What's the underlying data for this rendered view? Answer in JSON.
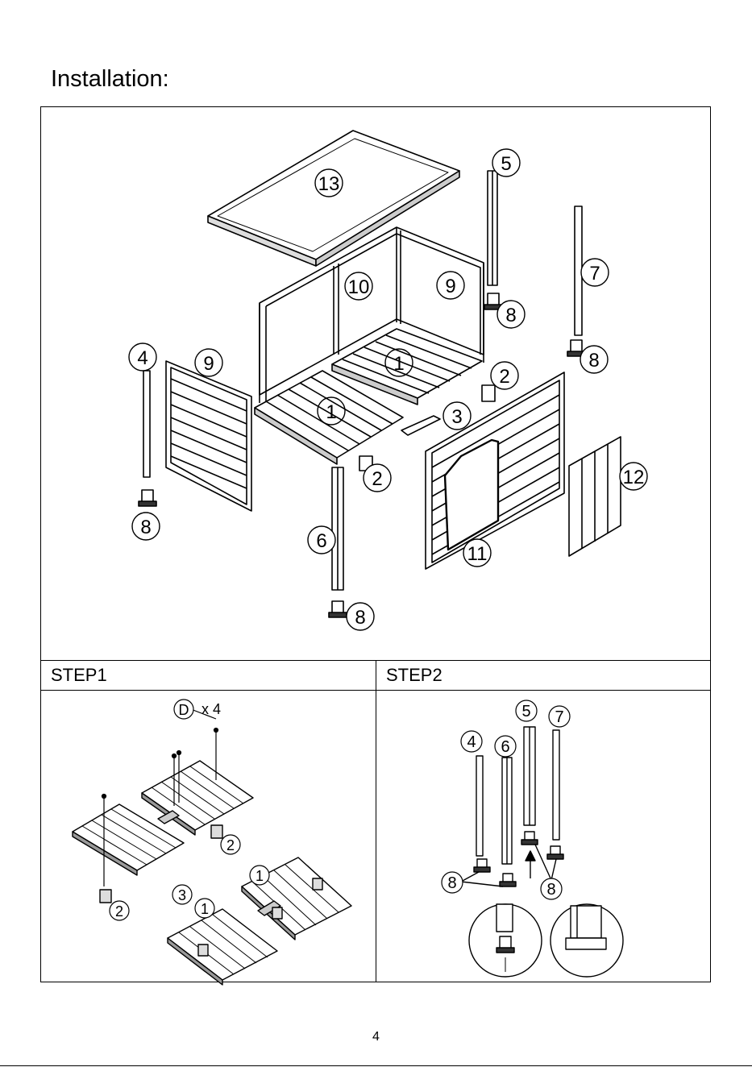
{
  "page": {
    "title": "Installation:",
    "page_number": "4"
  },
  "exploded_view": {
    "callouts": [
      "13",
      "5",
      "7",
      "10",
      "9",
      "8",
      "4",
      "9",
      "1",
      "1",
      "2",
      "8",
      "3",
      "2",
      "12",
      "8",
      "6",
      "11",
      "8"
    ]
  },
  "steps": [
    {
      "label": "STEP1",
      "hardware": {
        "code": "D",
        "qty": "x 4"
      },
      "callouts": [
        "2",
        "2",
        "3",
        "1",
        "1"
      ]
    },
    {
      "label": "STEP2",
      "callouts": [
        "5",
        "7",
        "4",
        "6",
        "8",
        "8"
      ]
    }
  ]
}
